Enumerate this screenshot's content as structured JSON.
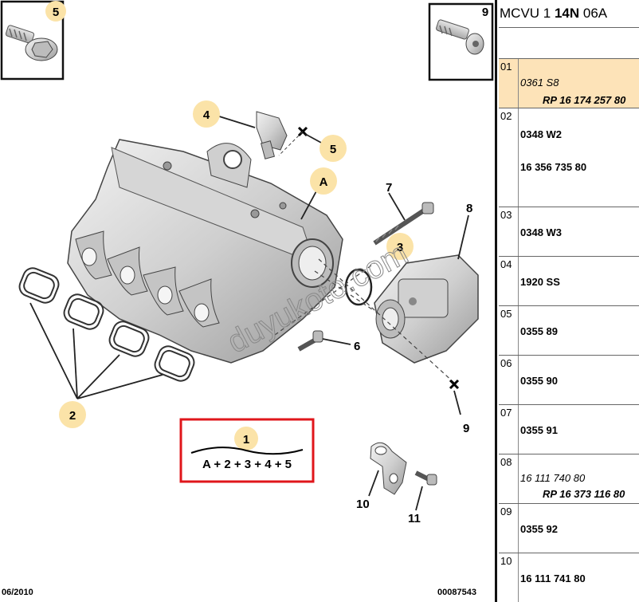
{
  "diagram": {
    "inset_left_number": "5",
    "inset_right_number": "9",
    "callouts": {
      "c1": "1",
      "c2": "2",
      "c3": "3",
      "c4": "4",
      "c5": "5",
      "cA": "A",
      "c6": "6",
      "c7": "7",
      "c8": "8",
      "c9": "9",
      "c10": "10",
      "c11": "11"
    },
    "kit_formula": "A + 2 + 3 + 4 + 5",
    "watermark": "duyukoto.com",
    "date": "06/2010",
    "doc_number": "00087543"
  },
  "panel": {
    "title_pre": "MCVU 1 ",
    "title_bold": "14N",
    "title_post": " 06A",
    "rows": [
      {
        "num": "01",
        "lines": [
          "0361 S8",
          "RP 16 174 257 80"
        ],
        "selected": true
      },
      {
        "num": "02",
        "lines": [
          "0348 W2",
          "16 356 735 80"
        ]
      },
      {
        "num": "03",
        "lines": [
          "0348 W3"
        ]
      },
      {
        "num": "04",
        "lines": [
          "1920 SS"
        ]
      },
      {
        "num": "05",
        "lines": [
          "0355 89"
        ]
      },
      {
        "num": "06",
        "lines": [
          "0355 90"
        ]
      },
      {
        "num": "07",
        "lines": [
          "0355 91"
        ]
      },
      {
        "num": "08",
        "lines": [
          "16 111 740 80",
          "RP 16 373 116 80"
        ]
      },
      {
        "num": "09",
        "lines": [
          "0355 92"
        ]
      },
      {
        "num": "10",
        "lines": [
          "16 111 741 80"
        ]
      }
    ]
  },
  "colors": {
    "callout_bubble": "#fbe3a8",
    "kit_box": "#e0161b",
    "selected_row": "#fde3b8"
  }
}
